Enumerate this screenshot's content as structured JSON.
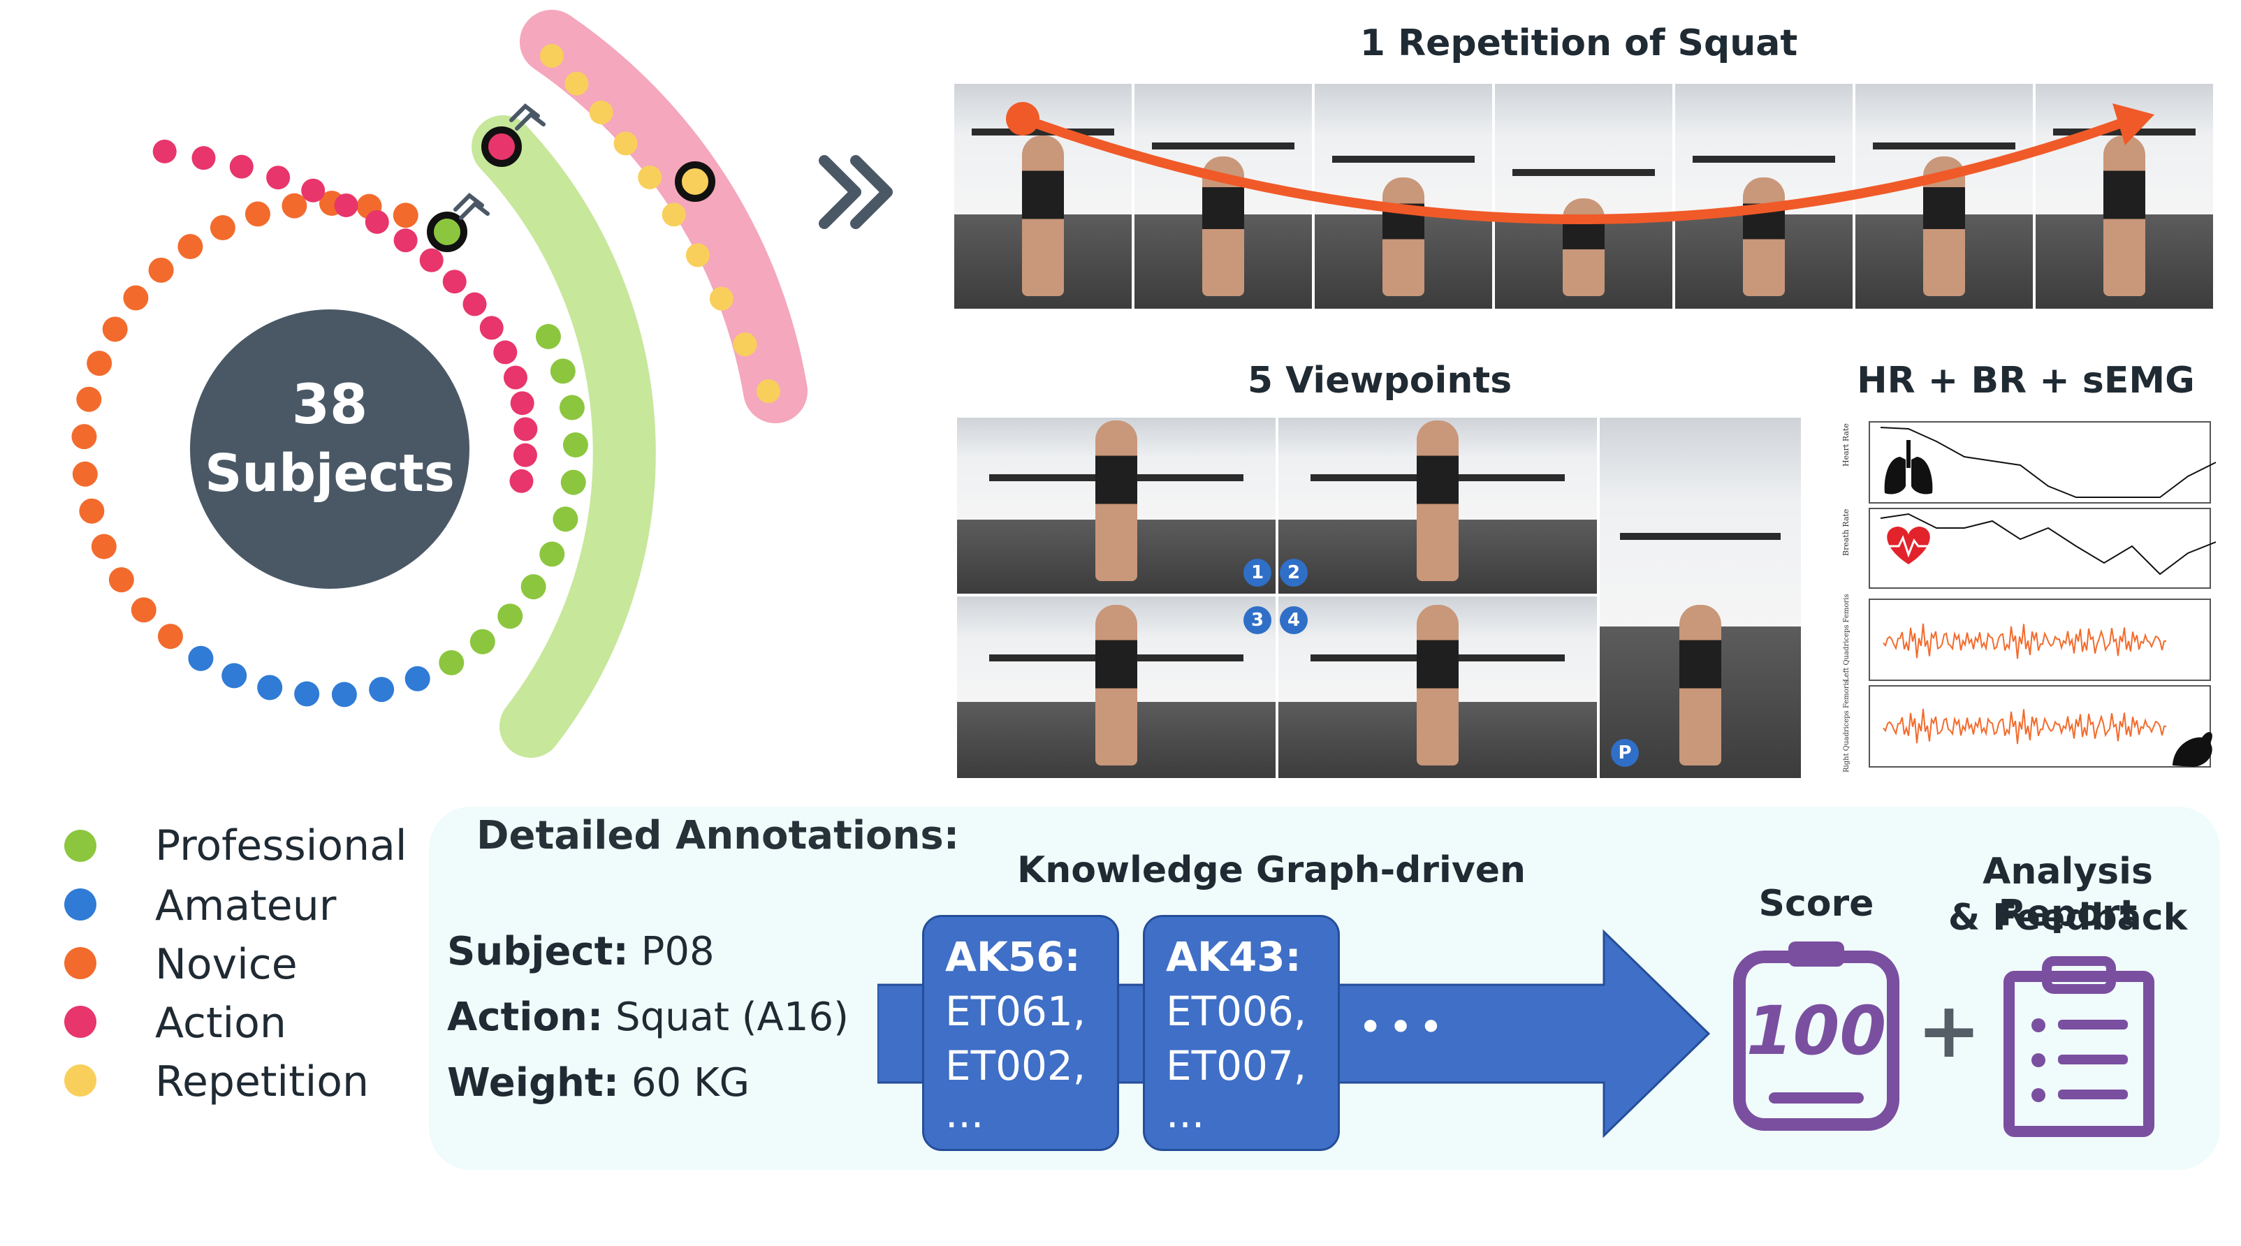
{
  "subjects": {
    "count": "38",
    "label": "Subjects"
  },
  "legend": [
    {
      "label": "Professional",
      "color": "#8cc63f"
    },
    {
      "label": "Amateur",
      "color": "#2f7bd6"
    },
    {
      "label": "Novice",
      "color": "#f26b2d"
    },
    {
      "label": "Action",
      "color": "#e8356b"
    },
    {
      "label": "Repetition",
      "color": "#f9cf5b"
    }
  ],
  "repetition_title": "1 Repetition of Squat",
  "viewpoints_title": "5 Viewpoints",
  "viewpoint_badges": [
    "1",
    "2",
    "3",
    "4",
    "P"
  ],
  "signals_title": "HR + BR + sEMG",
  "signal_axes": {
    "heart_rate": "Heart Rate",
    "breath_rate": "Breath Rate",
    "left_emg": "Left Quadriceps Femoris",
    "right_emg": "Right Quadriceps Femoris"
  },
  "annotations": {
    "title": "Detailed Annotations:",
    "subject_label": "Subject:",
    "subject_value": "P08",
    "action_label": "Action:",
    "action_value": "Squat (A16)",
    "weight_label": "Weight:",
    "weight_value": "60 KG",
    "kg_title": "Knowledge Graph-driven",
    "boxes": [
      {
        "title": "AK56:",
        "items": [
          "ET061,",
          "ET002,",
          "..."
        ]
      },
      {
        "title": "AK43:",
        "items": [
          "ET006,",
          "ET007,",
          "..."
        ]
      }
    ],
    "ellipsis": "•••",
    "score_title": "Score",
    "score_value": "100",
    "plus": "+",
    "report_title_1": "Analysis Report",
    "report_title_2": "& Feedback"
  },
  "colors": {
    "subject_circle": "#4a5866",
    "arrow_blue": "#3f6fc6",
    "icon_purple": "#7a4fa0",
    "trajectory": "#f05a28",
    "green_band": "#c7e79a",
    "pink_band": "#f4a7bd"
  }
}
